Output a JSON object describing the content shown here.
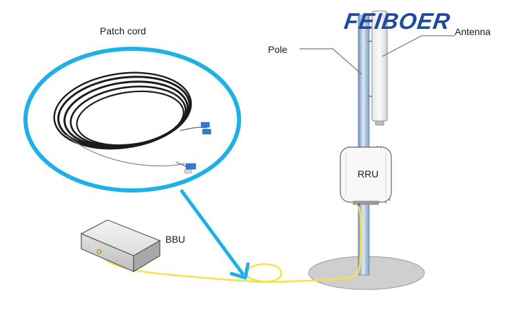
{
  "brand": {
    "logo_text": "FEIBOER",
    "color": "#1e4a9c"
  },
  "labels": {
    "patch_cord": "Patch cord",
    "pole": "Pole",
    "antenna": "Antenna",
    "rru": "RRU",
    "bbu": "BBU"
  },
  "colors": {
    "highlight_circle": "#20aee6",
    "arrow": "#20aee6",
    "fiber": "#f2e64a",
    "pole": "#8fa8c8",
    "ground": "#c9c9c9"
  }
}
